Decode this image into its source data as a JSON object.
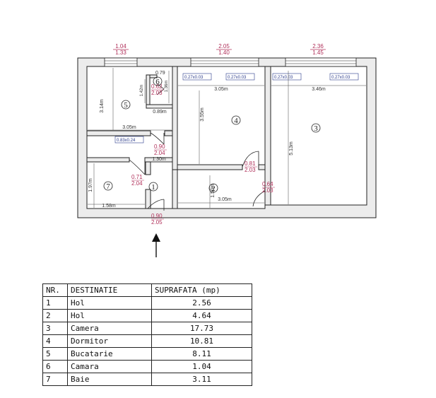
{
  "plan": {
    "windows": [
      {
        "top": "1.04",
        "bottom": "1.33"
      },
      {
        "top": "2.05",
        "bottom": "1.40"
      },
      {
        "top": "2.36",
        "bottom": "1.45"
      }
    ],
    "doors": [
      {
        "top": "0.79",
        "bottom": ""
      },
      {
        "top": "0.62",
        "bottom": "2.03"
      },
      {
        "top": "0.90",
        "bottom": "2.04"
      },
      {
        "top": "0.81",
        "bottom": "2.03"
      },
      {
        "top": "0.71",
        "bottom": "2.04"
      },
      {
        "top": "0.64",
        "bottom": "2.03"
      },
      {
        "top": "0.90",
        "bottom": "2.05"
      }
    ],
    "boxes": [
      "0.27x0.03",
      "0.27x0.03",
      "0.27x0.03",
      "0.27x0.03",
      "0.83x0.24"
    ],
    "dims": {
      "d305a": "3.05m",
      "d346": "3.46m",
      "d314": "3.14m",
      "d089": "0.89m",
      "d305b": "3.05m",
      "d130": "1.30m",
      "d355": "3.55m",
      "d513": "5.13m",
      "d197": "1.97m",
      "d158": "1.58m",
      "d150": "1.50m",
      "d305c": "3.05m",
      "d142": "1.42m",
      "d136": "1.36m"
    },
    "rooms": [
      "1",
      "2",
      "3",
      "4",
      "5",
      "6",
      "7"
    ]
  },
  "legend": {
    "headers": {
      "nr": "NR.",
      "dest": "DESTINATIE",
      "area": "SUPRAFATA (mp)"
    },
    "rows": [
      {
        "nr": "1",
        "dest": "Hol",
        "area": "2.56"
      },
      {
        "nr": "2",
        "dest": "Hol",
        "area": "4.64"
      },
      {
        "nr": "3",
        "dest": "Camera",
        "area": "17.73"
      },
      {
        "nr": "4",
        "dest": "Dormitor",
        "area": "10.81"
      },
      {
        "nr": "5",
        "dest": "Bucatarie",
        "area": "8.11"
      },
      {
        "nr": "6",
        "dest": "Camara",
        "area": "1.04"
      },
      {
        "nr": "7",
        "dest": "Baie",
        "area": "3.11"
      }
    ]
  }
}
